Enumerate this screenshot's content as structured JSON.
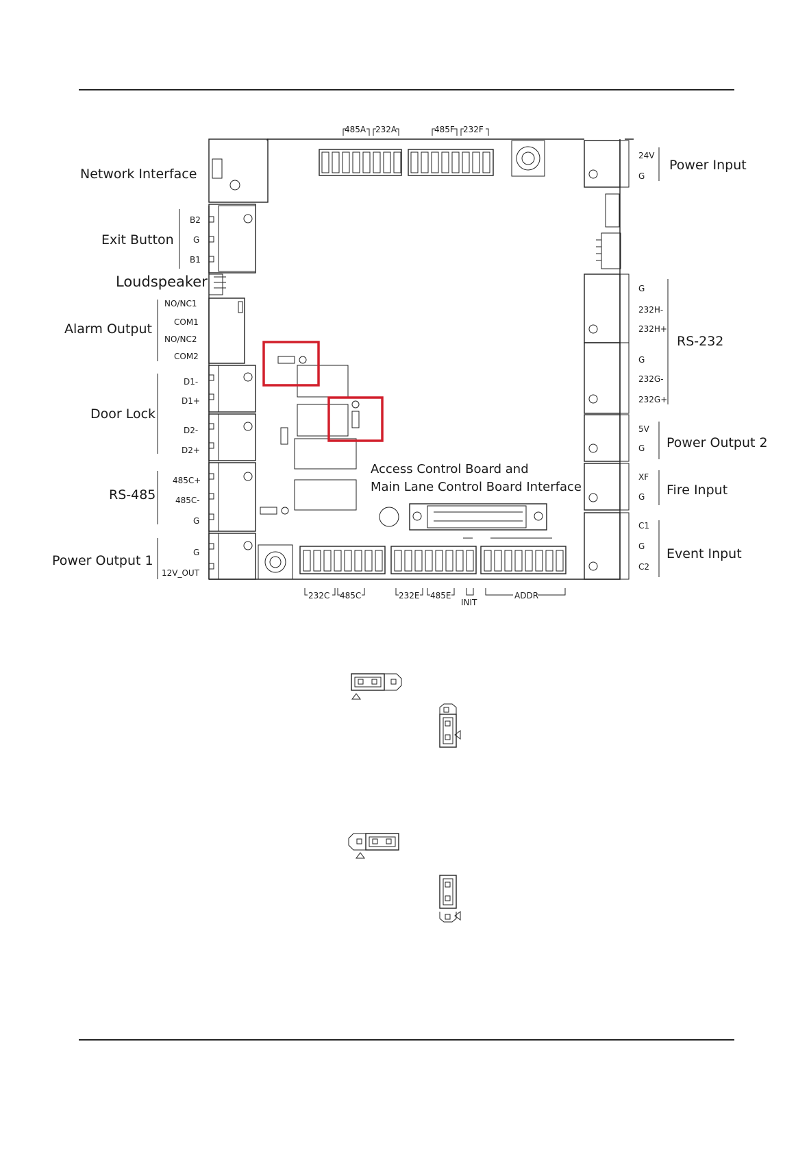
{
  "board": {
    "left_labels": {
      "network_interface": "Network Interface",
      "exit_button": "Exit Button",
      "loudspeaker": "Loudspeaker",
      "alarm_output": "Alarm Output",
      "door_lock": "Door Lock",
      "rs485": "RS-485",
      "power_output_1": "Power Output 1"
    },
    "right_labels": {
      "power_input": "Power Input",
      "rs232": "RS-232",
      "power_output_2": "Power Output 2",
      "fire_input": "Fire Input",
      "event_input": "Event Input"
    },
    "left_pins": {
      "b2": "B2",
      "g1": "G",
      "b1": "B1",
      "nonc1": "NO/NC1",
      "com1": "COM1",
      "nonc2": "NO/NC2",
      "com2": "COM2",
      "d1m": "D1-",
      "d1p": "D1+",
      "d2m": "D2-",
      "d2p": "D2+",
      "c485p": "485C+",
      "c485m": "485C-",
      "g2": "G",
      "g3": "G",
      "v12out": "12V_OUT"
    },
    "right_pins": {
      "v24": "24V",
      "g1": "G",
      "g2": "G",
      "h232m": "232H-",
      "h232p": "232H+",
      "g3": "G",
      "g232m": "232G-",
      "g232p": "232G+",
      "v5": "5V",
      "g4": "G",
      "xf": "XF",
      "g5": "G",
      "c1": "C1",
      "g6": "G",
      "c2": "C2"
    },
    "top_dip_labels": {
      "a485": "485A",
      "a232": "232A",
      "f485": "485F",
      "f232": "232F"
    },
    "bottom_dip_labels": {
      "c232": "232C",
      "c485": "485C",
      "e232": "232E",
      "e485": "485E",
      "init": "INIT",
      "addr": "ADDR"
    },
    "interface_label": {
      "line1": "Access Control Board and",
      "line2": "Main Lane Control Board Interface"
    }
  },
  "colors": {
    "highlight": "#d21f2b",
    "line": "#222222"
  }
}
